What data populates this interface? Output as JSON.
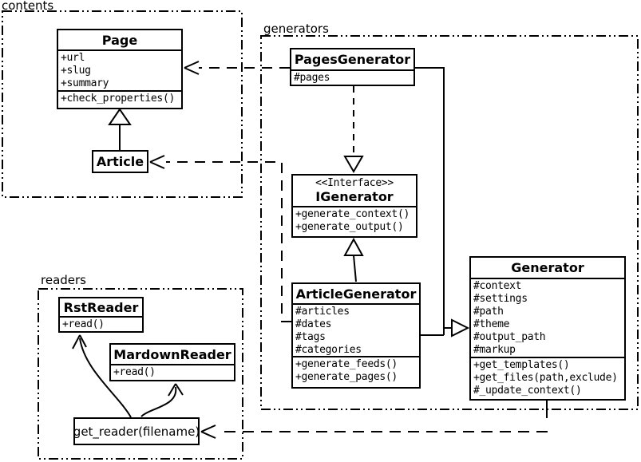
{
  "diagram": {
    "background": "#ffffff",
    "line_color": "#000000",
    "packages": {
      "contents": {
        "label": "contents"
      },
      "generators": {
        "label": "generators"
      },
      "readers": {
        "label": "readers"
      }
    },
    "classes": {
      "page": {
        "title": "Page",
        "attrs": [
          "+url",
          "+slug",
          "+summary"
        ],
        "methods": [
          "+check_properties()"
        ]
      },
      "article": {
        "title": "Article"
      },
      "pages_generator": {
        "title": "PagesGenerator",
        "attrs": [
          "#pages"
        ]
      },
      "igenerator": {
        "stereotype": "<<Interface>>",
        "title": "IGenerator",
        "methods": [
          "+generate_context()",
          "+generate_output()"
        ]
      },
      "article_generator": {
        "title": "ArticleGenerator",
        "attrs": [
          "#articles",
          "#dates",
          "#tags",
          "#categories"
        ],
        "methods": [
          "+generate_feeds()",
          "+generate_pages()"
        ]
      },
      "generator": {
        "title": "Generator",
        "attrs": [
          "#context",
          "#settings",
          "#path",
          "#theme",
          "#output_path",
          "#markup"
        ],
        "methods": [
          "+get_templates()",
          "+get_files(path,exclude)",
          "#_update_context()"
        ]
      },
      "rst_reader": {
        "title": "RstReader",
        "methods": [
          "+read()"
        ]
      },
      "mardown_reader": {
        "title": "MardownReader",
        "methods": [
          "+read()"
        ]
      },
      "get_reader": {
        "label": "get_reader(filename)"
      }
    },
    "relations": [
      {
        "from": "Article",
        "to": "Page",
        "type": "generalization"
      },
      {
        "from": "PagesGenerator",
        "to": "Page",
        "type": "dependency"
      },
      {
        "from": "ArticleGenerator",
        "to": "Article",
        "type": "dependency"
      },
      {
        "from": "PagesGenerator",
        "to": "IGenerator",
        "type": "realization"
      },
      {
        "from": "ArticleGenerator",
        "to": "IGenerator",
        "type": "generalization"
      },
      {
        "from": "PagesGenerator",
        "to": "Generator",
        "type": "generalization"
      },
      {
        "from": "ArticleGenerator",
        "to": "Generator",
        "type": "generalization"
      },
      {
        "from": "Generator",
        "to": "get_reader(filename)",
        "type": "dependency"
      },
      {
        "from": "get_reader(filename)",
        "to": "RstReader",
        "type": "arrow"
      },
      {
        "from": "get_reader(filename)",
        "to": "MardownReader",
        "type": "arrow"
      }
    ]
  }
}
